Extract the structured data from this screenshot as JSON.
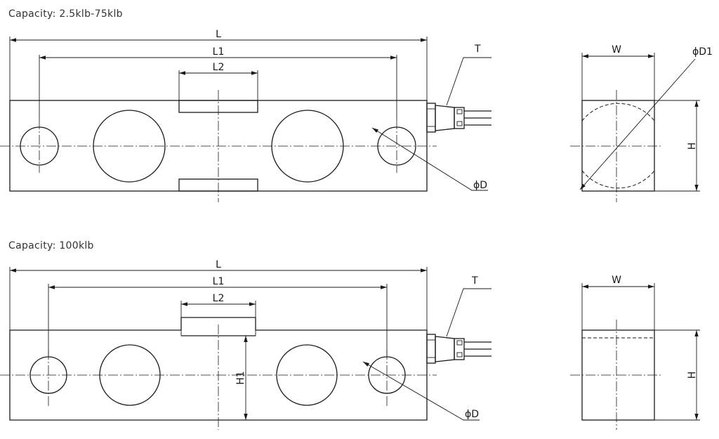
{
  "top_view": {
    "caption": "Capacity: 2.5klb-75klb",
    "dim_L": "L",
    "dim_L1": "L1",
    "dim_L2": "L2",
    "dim_T": "T",
    "dim_D": "ϕD",
    "dim_W": "W",
    "dim_D1": "ϕD1",
    "dim_H": "H"
  },
  "bottom_view": {
    "caption": "Capacity: 100klb",
    "dim_L": "L",
    "dim_L1": "L1",
    "dim_L2": "L2",
    "dim_T": "T",
    "dim_D": "ϕD",
    "dim_H1": "H1",
    "dim_W": "W",
    "dim_H": "H"
  }
}
